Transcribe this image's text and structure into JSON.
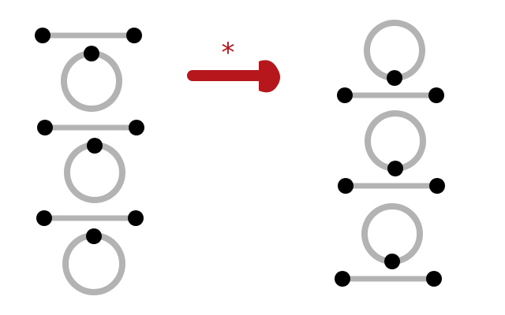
{
  "diagram": {
    "arrow_label": "*",
    "colors": {
      "background": "#ffffff",
      "edge": "#b3b3b3",
      "vertex": "#000000",
      "arrow": "#b5171d"
    },
    "left_graph": {
      "components": 3,
      "component_structure": "edge-above-loop"
    },
    "right_graph": {
      "components": 3,
      "component_structure": "loop-above-edge"
    }
  }
}
